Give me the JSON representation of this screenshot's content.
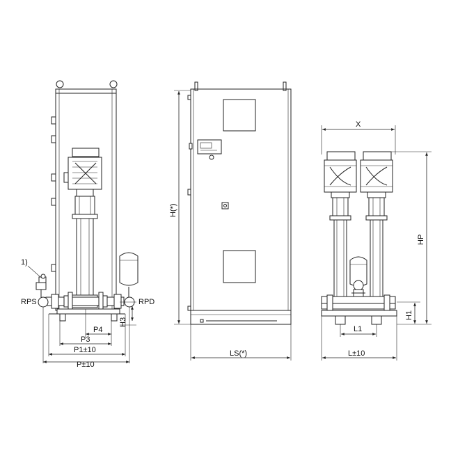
{
  "labels": {
    "note": "1)",
    "rps": "RPS",
    "rpd": "RPD",
    "p4": "P4",
    "p3": "P3",
    "p1": "P1±10",
    "p": "P±10",
    "h3": "H3",
    "h": "H(*)",
    "ls": "LS(*)",
    "x": "X",
    "hp": "HP",
    "h1": "H1",
    "l1": "L1",
    "l": "L±10"
  }
}
